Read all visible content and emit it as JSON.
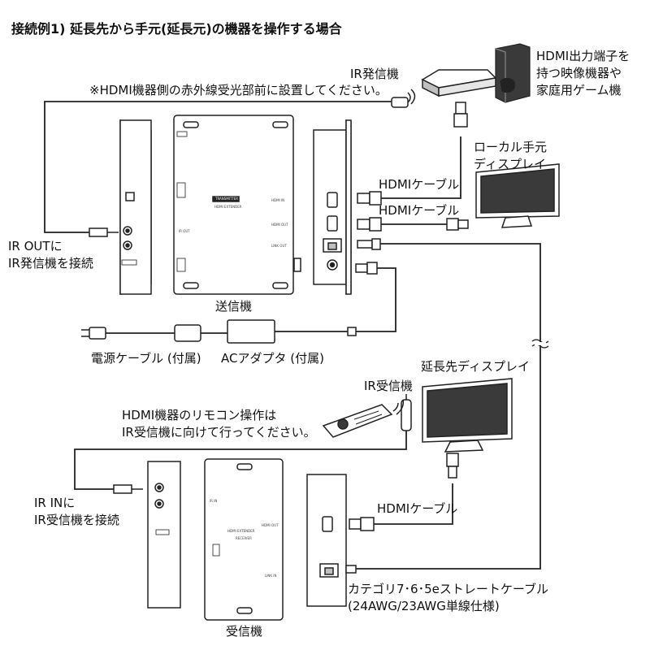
{
  "title": "接続例1) 延長先から手元(延長元)の機器を操作する場合",
  "labels": {
    "ir_emitter": "IR発信機",
    "emitter_note": "※HDMI機器側の赤外線受光部前に設置してください。",
    "source_line1": "HDMI出力端子を",
    "source_line2": "持つ映像機器や",
    "source_line3": "家庭用ゲーム機",
    "local_display_line1": "ローカル手元",
    "local_display_line2": "ディスプレイ",
    "hdmi_cable_1": "HDMIケーブル",
    "hdmi_cable_2": "HDMIケーブル",
    "ir_out_line1": "IR OUTに",
    "ir_out_line2": "IR発信機を接続",
    "transmitter": "送信機",
    "power_cable": "電源ケーブル (付属)",
    "ac_adapter": "ACアダプタ (付属)",
    "remote_display": "延長先ディスプレイ",
    "ir_receiver": "IR受信機",
    "remote_note_line1": "HDMI機器のリモコン操作は",
    "remote_note_line2": "IR受信機に向けて行ってください。",
    "ir_in_line1": "IR INに",
    "ir_in_line2": "IR受信機を接続",
    "hdmi_cable_3": "HDMIケーブル",
    "lan_cable_line1": "カテゴリ7･6･5eストレートケーブル",
    "lan_cable_line2": "(24AWG/23AWG単線仕様)",
    "receiver": "受信機"
  },
  "device_markings": {
    "tx_top_label": "HDMI EXTENDER",
    "tx_model": "TRANSMITTER",
    "tx_port_hdmi_in": "HDMI IN",
    "tx_port_hdmi_out": "HDMI OUT",
    "tx_port_link": "LINK OUT",
    "tx_port_ir": "IR OUT",
    "rx_top_label": "HDMI EXTENDER",
    "rx_model": "RECEIVER",
    "rx_port_hdmi": "HDMI OUT",
    "rx_port_link": "LINK IN",
    "rx_port_ir": "IR IN"
  },
  "colors": {
    "line": "#222222",
    "device_fill": "#ffffff",
    "screen": "#3a3a3a",
    "gray": "#bfbfbf"
  }
}
